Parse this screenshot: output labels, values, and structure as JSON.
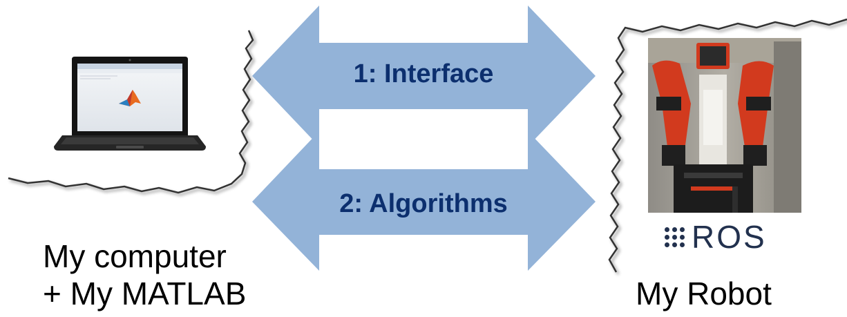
{
  "arrows": {
    "top_label": "1: Interface",
    "bottom_label": "2: Algorithms",
    "color": "#93b3d8",
    "label_color": "#0c2f6e"
  },
  "left": {
    "caption_line1": "My computer",
    "caption_line2": "+ My MATLAB",
    "device": "laptop-icon",
    "screen_content": "matlab-logo-icon"
  },
  "right": {
    "caption": "My Robot",
    "logo_text": "ROS",
    "photo": "robot-photo",
    "robot_accent_color": "#d23a1e"
  }
}
